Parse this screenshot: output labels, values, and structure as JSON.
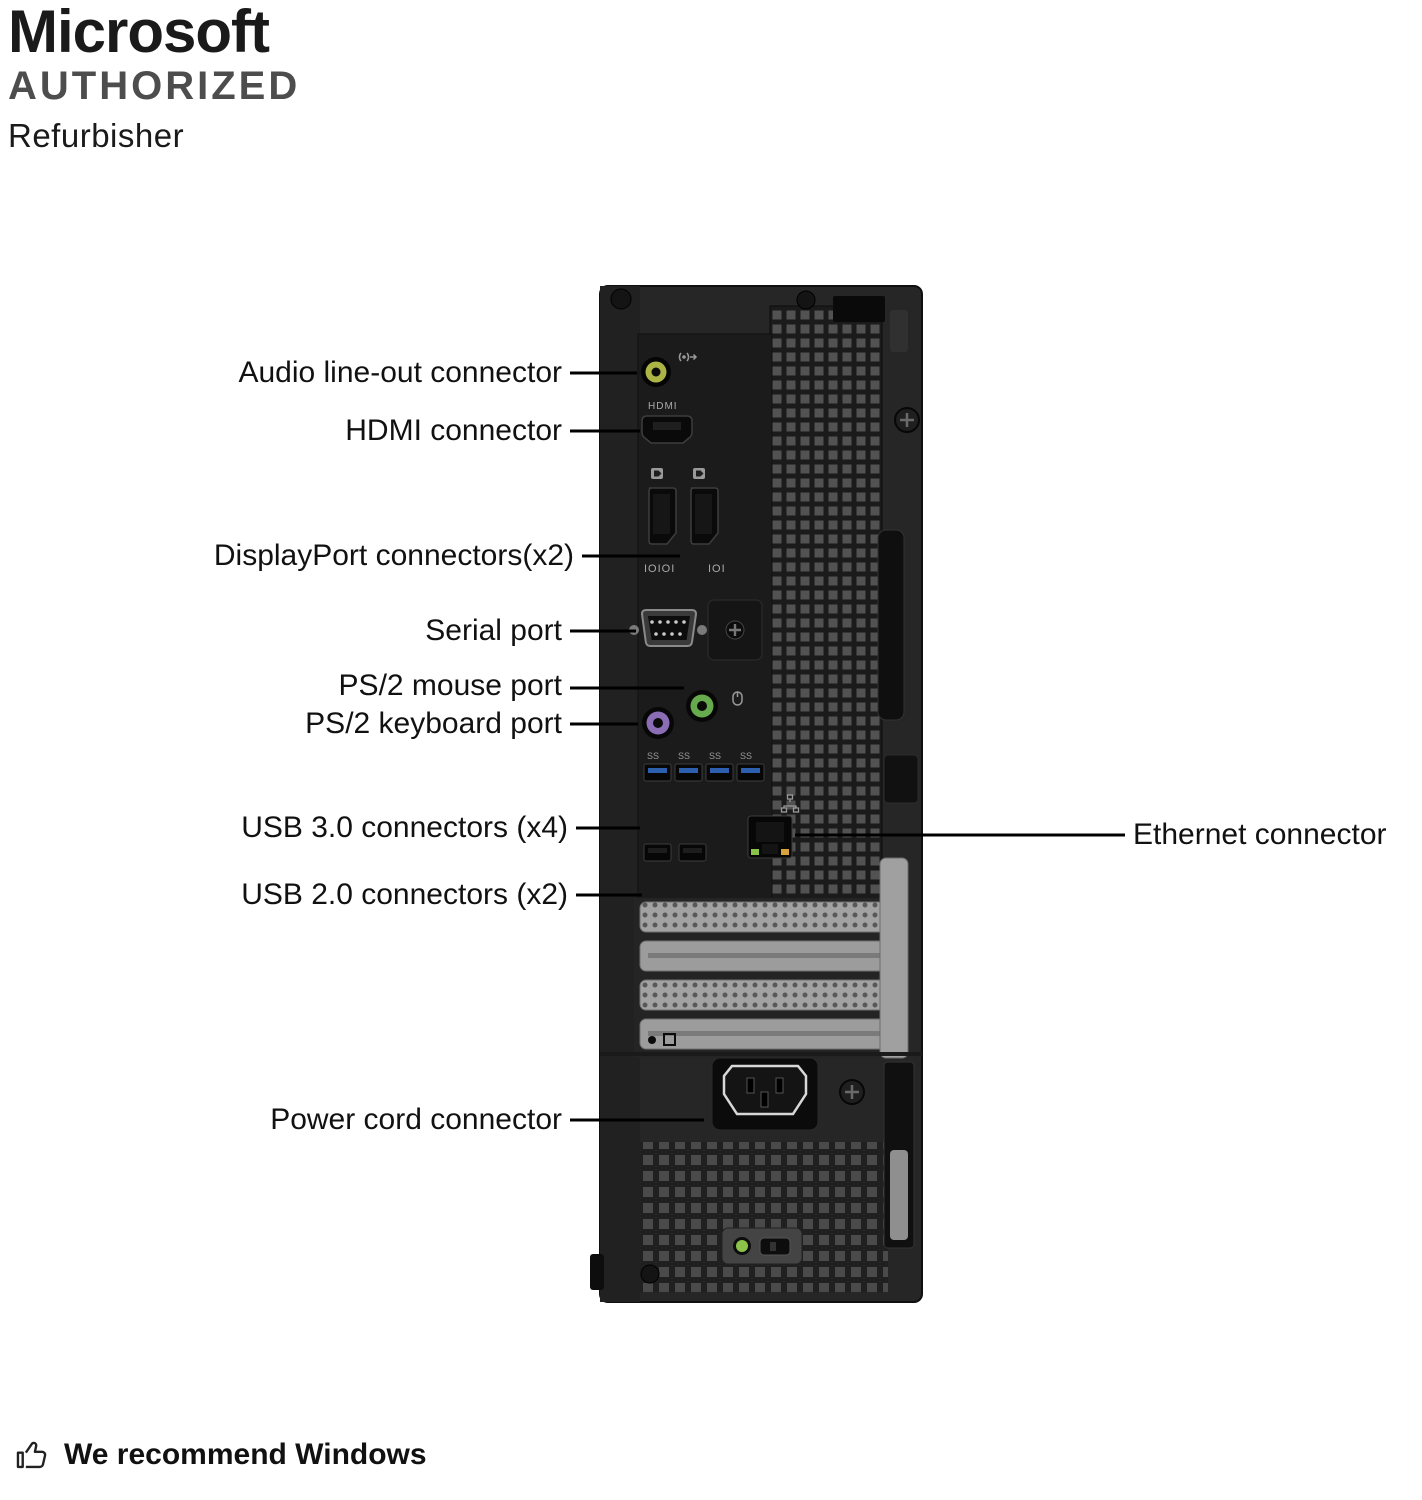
{
  "header": {
    "brand": "Microsoft",
    "subtitle": "AUTHORIZED",
    "tagline": "Refurbisher"
  },
  "callouts": {
    "audio": "Audio line-out connector",
    "hdmi": "HDMI connector",
    "displayport": "DisplayPort connectors(x2)",
    "serial": "Serial port",
    "ps2_mouse": "PS/2 mouse port",
    "ps2_keyboard": "PS/2 keyboard port",
    "usb3": "USB 3.0 connectors (x4)",
    "usb2": "USB 2.0 connectors (x2)",
    "power": "Power cord connector",
    "ethernet": "Ethernet connector"
  },
  "port_markings": {
    "hdmi": "HDMI",
    "serial": "IOIOI",
    "aux": "IOI",
    "usb3": "SS"
  },
  "colors": {
    "audio_jack": "#adb446",
    "ps2_keyboard": "#8b6db6",
    "ps2_mouse": "#67a94d",
    "usb3_tab": "#2c5fae",
    "led_green": "#8bc34a",
    "led_amber": "#d9a23a"
  },
  "footer": {
    "recommendation": "We recommend Windows"
  }
}
